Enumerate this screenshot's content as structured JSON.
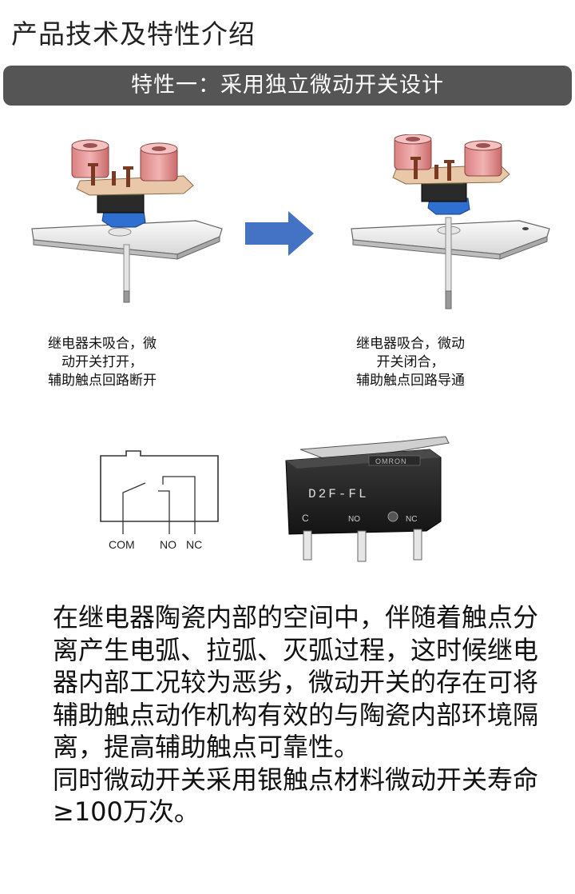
{
  "page_title": "产品技术及特性介绍",
  "banner": {
    "title": "特性一：采用独立微动开关设计"
  },
  "states": {
    "open": {
      "lines": [
        "继电器未吸合，微",
        "动开关打开，",
        "辅助触点回路断开"
      ]
    },
    "closed": {
      "lines": [
        "继电器吸合，微动",
        "开关闭合，",
        "辅助触点回路导通"
      ]
    }
  },
  "schematic": {
    "pins": [
      "COM",
      "NO",
      "NC"
    ]
  },
  "switch_photo": {
    "model": "D2F-FL",
    "brand": "OMRON",
    "markings": [
      "C",
      "NO",
      "NC"
    ]
  },
  "colors": {
    "banner_bg": "#555555",
    "arrow": "#4472c4",
    "terminal_pink": "#e8999a",
    "actuator_blue": "#2f6fd0"
  },
  "description": {
    "paragraphs": [
      "在继电器陶瓷内部的空间中，伴随着触点分离产生电弧、拉弧、灭弧过程，这时候继电器内部工况较为恶劣，微动开关的存在可将辅助触点动作机构有效的与陶瓷内部环境隔离，提高辅助触点可靠性。",
      "同时微动开关采用银触点材料微动开关寿命≥100万次。"
    ]
  }
}
